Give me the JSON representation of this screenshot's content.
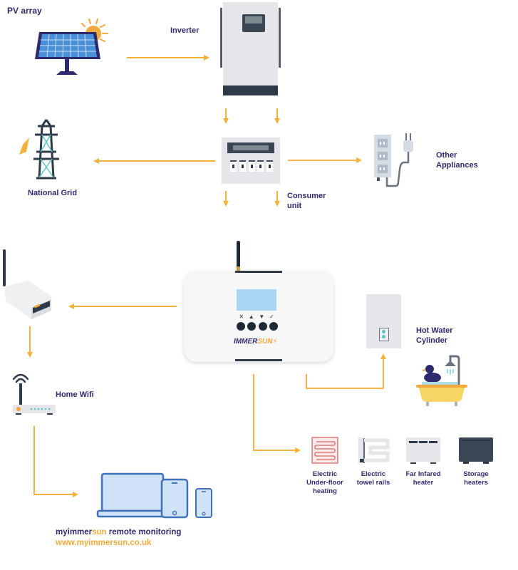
{
  "colors": {
    "arrow": "#f2b23c",
    "label": "#2e2a6e",
    "accent": "#f2a93b",
    "device_dark": "#2f3a48",
    "device_light": "#e6e6ea",
    "screen_blue": "#a9d6f2"
  },
  "nodes": {
    "pv_array": {
      "label": "PV array",
      "icon": "solar-panel-icon"
    },
    "inverter": {
      "label": "Inverter",
      "icon": "inverter-icon"
    },
    "national_grid": {
      "label": "National Grid",
      "icon": "pylon-icon"
    },
    "consumer_unit": {
      "label_line1": "Consumer",
      "label_line2": "unit",
      "icon": "consumer-unit-icon"
    },
    "other_appliances": {
      "label_line1": "Other",
      "label_line2": "Appliances",
      "icon": "power-strip-icon"
    },
    "immersun": {
      "brand_a": "IMMER",
      "brand_b": "SUN",
      "buttons": [
        "✕",
        "▲",
        "▼",
        "✓"
      ],
      "icon": "immersun-controller-icon"
    },
    "hub": {
      "icon": "wireless-hub-icon"
    },
    "home_wifi": {
      "label": "Home Wifi",
      "icon": "router-icon"
    },
    "hot_water": {
      "label_line1": "Hot Water",
      "label_line2": "Cylinder",
      "icon": "water-cylinder-icon"
    },
    "bath": {
      "icon": "bathtub-duck-icon"
    },
    "monitoring": {
      "title_a": "myimmer",
      "title_b": "sun",
      "title_c": " remote monitoring",
      "url": "www.myimmersun.co.uk",
      "icon": "devices-icon"
    }
  },
  "heaters": [
    {
      "line1": "Electric",
      "line2": "Under-floor",
      "line3": "heating",
      "icon": "underfloor-heating-icon"
    },
    {
      "line1": "Electric",
      "line2": "towel rails",
      "line3": "",
      "icon": "towel-rail-icon"
    },
    {
      "line1": "Far Infared",
      "line2": "heater",
      "line3": "",
      "icon": "infrared-heater-icon"
    },
    {
      "line1": "Storage",
      "line2": "heaters",
      "line3": "",
      "icon": "storage-heater-icon"
    }
  ],
  "flows": [
    {
      "from": "PV array",
      "to": "Inverter"
    },
    {
      "from": "Inverter",
      "to": "Consumer unit"
    },
    {
      "from": "Consumer unit",
      "to": "National Grid"
    },
    {
      "from": "Consumer unit",
      "to": "Other Appliances"
    },
    {
      "from": "Consumer unit",
      "to": "Immersun"
    },
    {
      "from": "Immersun",
      "to": "Wireless hub"
    },
    {
      "from": "Wireless hub",
      "to": "Home Wifi"
    },
    {
      "from": "Home Wifi",
      "to": "myimmersun remote monitoring"
    },
    {
      "from": "Immersun",
      "to": "Hot Water Cylinder"
    },
    {
      "from": "Immersun",
      "to": "Heaters"
    }
  ]
}
